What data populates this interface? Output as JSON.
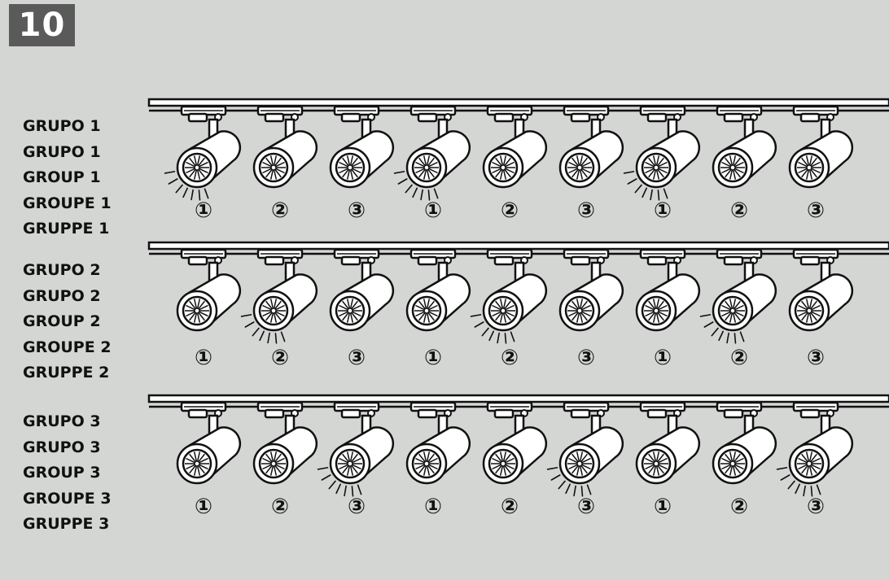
{
  "step_number": "10",
  "groups": [
    {
      "labels": [
        "GRUPO 1",
        "GRUPO 1",
        "GROUP 1",
        "GROUPE 1",
        "GRUPPE 1"
      ],
      "active_number": 1
    },
    {
      "labels": [
        "GRUPO 2",
        "GRUPO 2",
        "GROUP 2",
        "GROUPE 2",
        "GRUPPE 2"
      ],
      "active_number": 2
    },
    {
      "labels": [
        "GRUPO 3",
        "GRUPO 3",
        "GROUP 3",
        "GROUPE 3",
        "GRUPPE 3"
      ],
      "active_number": 3
    }
  ],
  "spot_numbers": [
    "①",
    "②",
    "③",
    "①",
    "②",
    "③",
    "①",
    "②",
    "③"
  ],
  "colors": {
    "background": "#d4d6d4",
    "badge": "#5a5a5a",
    "line": "#111111",
    "fixture_fill": "#ffffff"
  }
}
